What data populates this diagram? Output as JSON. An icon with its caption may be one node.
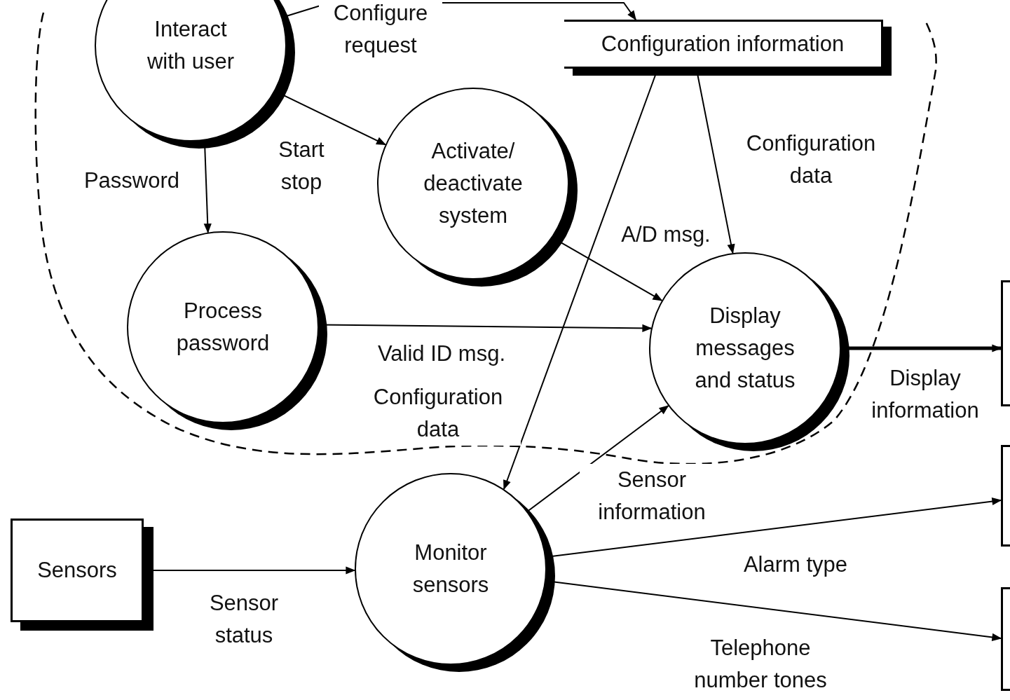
{
  "diagram": {
    "nodes": [
      {
        "text": [
          "Interact with user"
        ]
      },
      {
        "text": [
          "Configuration information"
        ]
      },
      {
        "text": [
          "Activate/ deactivate system"
        ]
      },
      {
        "text": [
          "Process password"
        ]
      },
      {
        "text": [
          "Display messages and status"
        ]
      },
      {
        "text": [
          "Monitor sensors"
        ]
      },
      {
        "text": [
          "Sensors"
        ]
      },
      {
        "text": [],
        "shape": "box"
      },
      {
        "text": [],
        "shape": "box"
      },
      {
        "text": [],
        "shape": "box"
      }
    ],
    "edges": [
      {
        "from": 0,
        "to": 3,
        "arrow": "to",
        "label": "Password"
      },
      {
        "from": 0,
        "to": 2,
        "arrow": "to",
        "label": "Start stop"
      },
      {
        "from": 0,
        "to": 1,
        "arrow": "to",
        "label": "Configure request"
      },
      {
        "from": 1,
        "to": 4,
        "arrow": "to",
        "label": "Configuration data"
      },
      {
        "from": 1,
        "to": 5,
        "arrow": "to",
        "label": "Configuration data"
      },
      {
        "from": 2,
        "to": 4,
        "arrow": "to",
        "label": "A/D msg."
      },
      {
        "from": 3,
        "to": 4,
        "arrow": "to",
        "label": "Valid ID msg."
      },
      {
        "from": 5,
        "to": 4,
        "arrow": "to",
        "label": "Sensor information"
      },
      {
        "from": 4,
        "to": 7,
        "arrow": "to",
        "label": "Display information",
        "style": "thick"
      },
      {
        "from": 5,
        "to": 8,
        "arrow": "to",
        "label": "Alarm type"
      },
      {
        "from": 5,
        "to": 9,
        "arrow": "to",
        "label": "Telephone number tones"
      },
      {
        "from": 6,
        "to": 5,
        "arrow": "to",
        "label": "Sensor status"
      }
    ]
  }
}
